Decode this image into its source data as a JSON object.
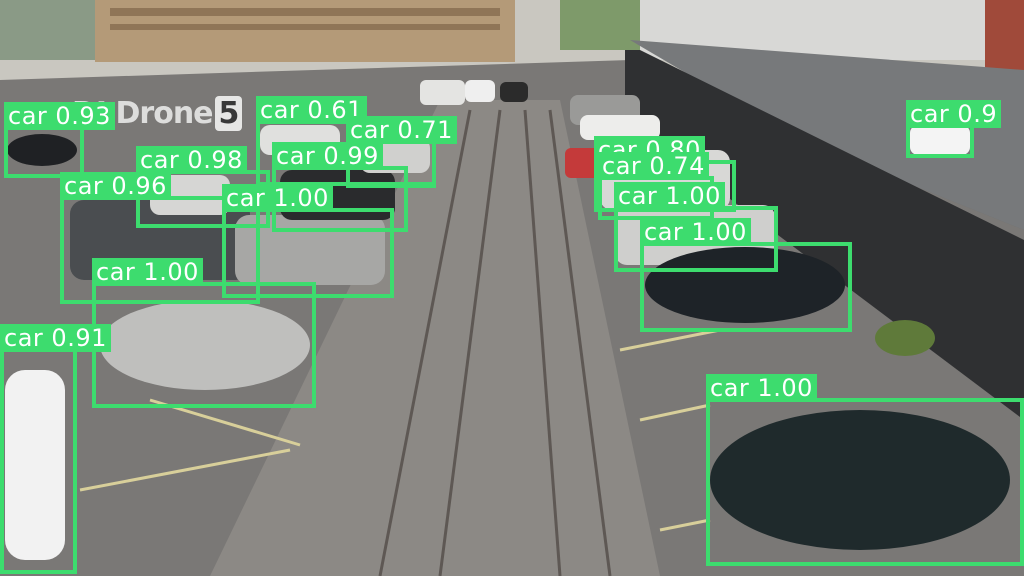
{
  "watermark": {
    "text": "DJ Drone",
    "number": "5"
  },
  "detections": [
    {
      "label": "car",
      "score": "0.93"
    },
    {
      "label": "car",
      "score": "0.61"
    },
    {
      "label": "car",
      "score": "0.71"
    },
    {
      "label": "car",
      "score": "0.98"
    },
    {
      "label": "car",
      "score": "0.99"
    },
    {
      "label": "car",
      "score": "0.96"
    },
    {
      "label": "car",
      "score": "1.00"
    },
    {
      "label": "car",
      "score": "1.00"
    },
    {
      "label": "car",
      "score": "0.91"
    },
    {
      "label": "car",
      "score": "0.80"
    },
    {
      "label": "car",
      "score": "0.74"
    },
    {
      "label": "car",
      "score": "1.00"
    },
    {
      "label": "car",
      "score": "1.00"
    },
    {
      "label": "car",
      "score": "1.00"
    },
    {
      "label": "car",
      "score": "0.9"
    }
  ],
  "colors": {
    "box": "#3ddc6e",
    "label_text": "#ffffff"
  }
}
